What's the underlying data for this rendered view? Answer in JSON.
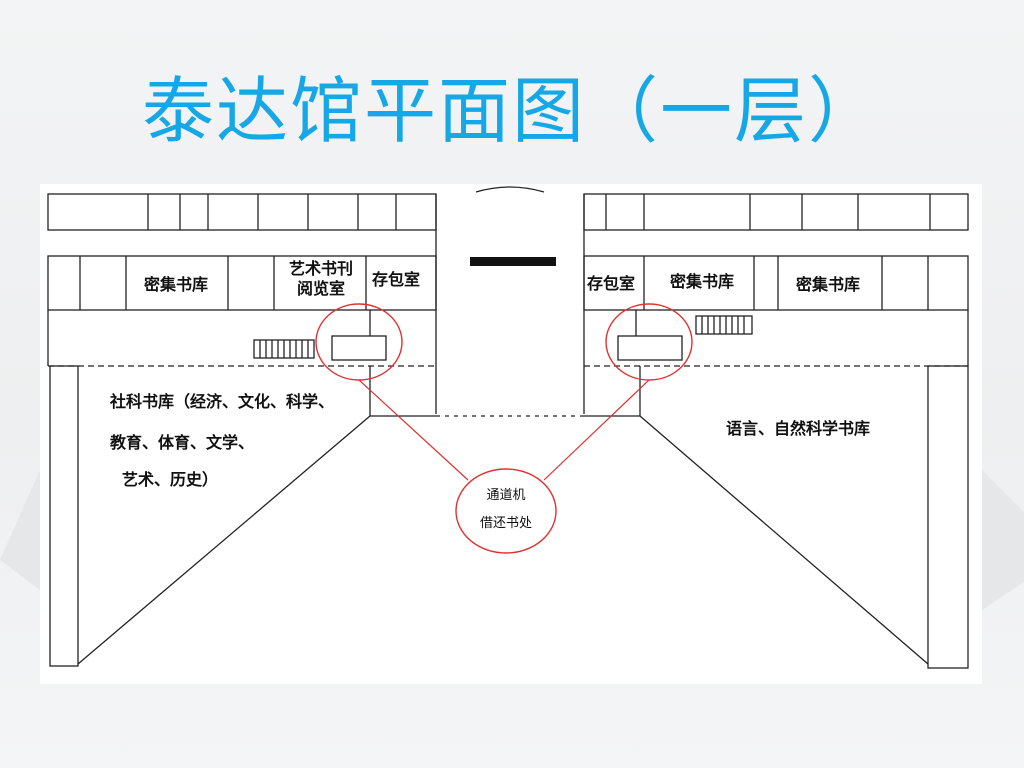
{
  "title": "泰达馆平面图（一层）",
  "rooms": {
    "stack_left": "密集书库",
    "art_reading_1": "艺术书刊",
    "art_reading_2": "阅览室",
    "locker_left": "存包室",
    "locker_right": "存包室",
    "stack_mid": "密集书库",
    "stack_right": "密集书库",
    "social_1": "社科书库（经济、文化、科学、",
    "social_2": "教育、体育、文学、",
    "social_3": "艺术、历史）",
    "language": "语言、自然科学书库"
  },
  "callout": {
    "line1": "通道机",
    "line2": "借还书处",
    "stroke_color": "#e03030"
  },
  "colors": {
    "title": "#16a8e6",
    "walls": "#222222"
  }
}
